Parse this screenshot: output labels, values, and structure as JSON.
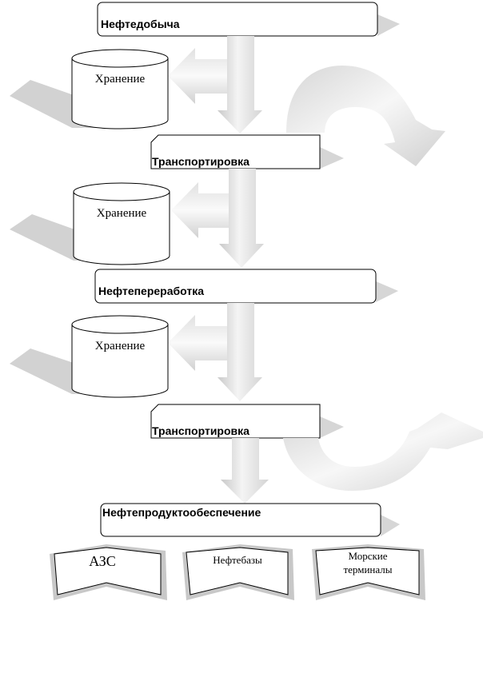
{
  "process": {
    "oil_production": "Нефтедобыча",
    "storage": "Хранение",
    "transportation": "Транспортировка",
    "refining": "Нефтепереработка",
    "product_supply": "Нефтепродуктообеспечение"
  },
  "destinations": [
    "АЗС",
    "Нефтебазы",
    "Морские",
    "терминалы"
  ]
}
